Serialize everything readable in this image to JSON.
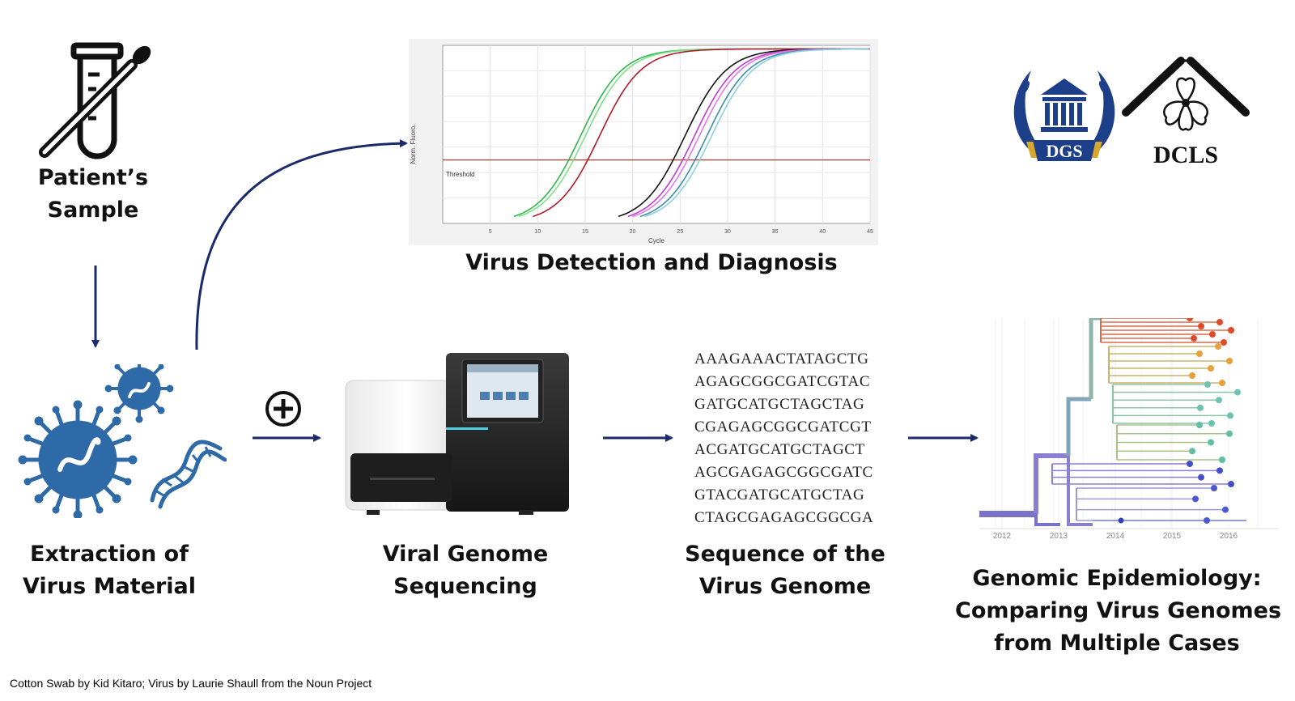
{
  "labels": {
    "patient_sample": [
      "Patient’s",
      "Sample"
    ],
    "extraction": [
      "Extraction of",
      "Virus Material"
    ],
    "viral_sequencing": [
      "Viral Genome",
      "Sequencing"
    ],
    "sequence": [
      "Sequence of the",
      "Virus Genome"
    ],
    "detection": "Virus Detection and Diagnosis",
    "epidemiology": [
      "Genomic Epidemiology:",
      "Comparing Virus Genomes",
      "from Multiple Cases"
    ]
  },
  "sequences": [
    "AAAGAAACTATAGCTG",
    "AGAGCGGCGATCGTAC",
    "GATGCATGCTAGCTAG",
    "CGAGAGCGGCGATCGT",
    "ACGATGCATGCTAGCT",
    "AGCGAGAGCGGCGATC",
    "GTACGATGCATGCTAG",
    "CTAGCGAGAGCGGCGA"
  ],
  "logos": {
    "dgs": "DGS",
    "dcls": "DCLS"
  },
  "credit": "Cotton Swab by Kid Kitaro; Virus by Laurie Shaull from the Noun Project",
  "colors": {
    "arrow": "#1b2a6b",
    "virus": "#2e6aa8",
    "dgs_blue": "#1d3f8a",
    "dgs_gold": "#d7a72b"
  },
  "chart_data": {
    "type": "line",
    "ylabel": "Norm. Fluoro.",
    "xlabel": "Cycle",
    "xlim": [
      0,
      45
    ],
    "x_ticks": [
      "5",
      "10",
      "15",
      "20",
      "25",
      "30",
      "35",
      "40",
      "45"
    ],
    "threshold_label": "Threshold",
    "threshold_fraction": 0.22,
    "series": [
      {
        "color": "#2db84a",
        "midpoint": 14.5
      },
      {
        "color": "#7fe08a",
        "midpoint": 15.0
      },
      {
        "color": "#b0192a",
        "midpoint": 16.5
      },
      {
        "color": "#111111",
        "midpoint": 25.5
      },
      {
        "color": "#c23ad0",
        "midpoint": 26.5
      },
      {
        "color": "#e27ae8",
        "midpoint": 27.0
      },
      {
        "color": "#3a8fae",
        "midpoint": 27.8
      },
      {
        "color": "#8fd0dc",
        "midpoint": 28.3
      }
    ]
  },
  "tree_axis": [
    "2012",
    "2013",
    "2014",
    "2015",
    "2016"
  ]
}
